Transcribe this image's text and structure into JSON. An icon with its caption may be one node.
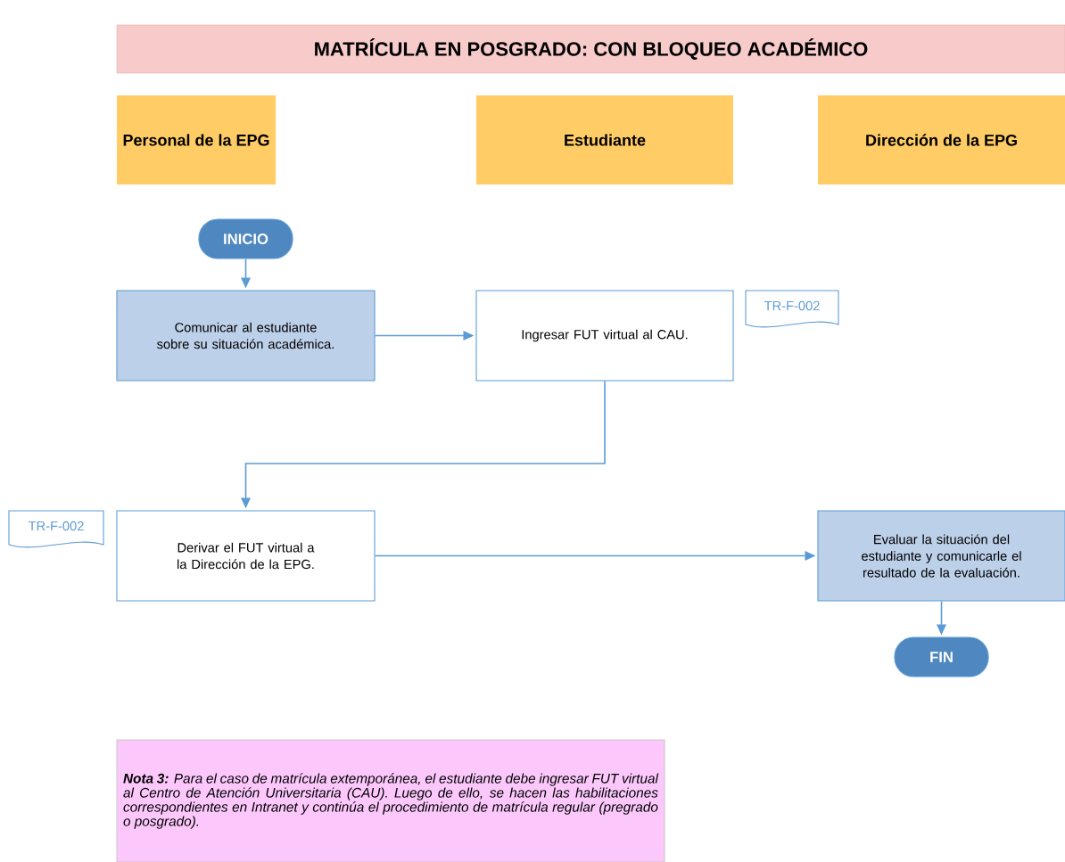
{
  "diagram": {
    "title": "MATRÍCULA EN POSGRADO: CON BLOQUEO ACADÉMICO",
    "nodes": [
      {
        "text": [
          "Personal de la EPG"
        ]
      },
      {
        "text": [
          "Estudiante"
        ]
      },
      {
        "text": [
          "Dirección de la EPG"
        ]
      },
      {
        "text": [
          "INICIO"
        ]
      },
      {
        "text": [
          "Comunicar al estudiante sobre su situación académica."
        ]
      },
      {
        "text": [
          "Ingresar FUT virtual al CAU."
        ]
      },
      {
        "text": [
          "TR-F-002"
        ]
      },
      {
        "text": [
          "TR-F-002"
        ]
      },
      {
        "text": [
          "Derivar el FUT virtual a la Dirección de la EPG."
        ]
      },
      {
        "text": [
          "Evaluar la situación del estudiante y comunicarle el resultado de la evaluación."
        ]
      },
      {
        "text": [
          "FIN"
        ]
      },
      {
        "text": [
          "**Nota 3:** Para el caso de matrícula extemporánea, el estudiante debe ingresar FUT virtual al Centro de Atención Universitaria (CAU). Luego de ello, se hacen las habilitaciones correspondientes en Intranet y continúa el procedimiento de matrícula regular (pregrado o posgrado)."
        ]
      }
    ],
    "edges": [
      {
        "from": 3,
        "to": 4,
        "arrow": "to"
      },
      {
        "from": 4,
        "to": 5,
        "arrow": "to"
      },
      {
        "from": 5,
        "to": 8,
        "arrow": "to"
      },
      {
        "from": 8,
        "to": 9,
        "arrow": "to"
      },
      {
        "from": 9,
        "to": 10,
        "arrow": "to"
      }
    ]
  }
}
